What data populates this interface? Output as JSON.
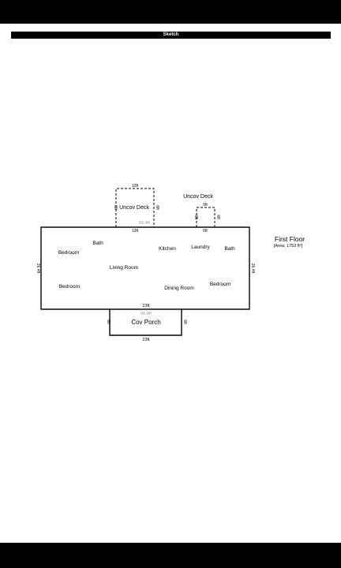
{
  "header": {
    "title": "Sketch"
  },
  "sketch": {
    "floor_name": "First Floor",
    "floor_area": "[Area: 1753 ft²]",
    "rooms": {
      "uncov_deck_left": "Uncov Deck",
      "uncov_deck_right": "Uncov Deck",
      "bedroom_top": "Bedroom",
      "bath_left": "Bath",
      "living_room": "Living Room",
      "kitchen": "Kitchen",
      "laundry": "Laundry",
      "bath_right": "Bath",
      "bedroom_bottom_left": "Bedroom",
      "dining_room": "Dining Room",
      "bedroom_right": "Bedroom",
      "cov_porch": "Cov Porch"
    },
    "dimensions": {
      "deck_left_top": "12ft",
      "deck_left_bottom": "12ft",
      "deck_left_side_l": "6ft",
      "deck_left_side_r": "6ft",
      "deck_left_area": "66.4ft",
      "deck_right_top": "6ft",
      "deck_right_bottom": "6ft",
      "deck_right_side_l": "6ft",
      "deck_right_side_r": "6ft",
      "main_left": "26.4ft",
      "main_right": "26.4ft",
      "main_bottom": "23ft",
      "porch_area": "66.4ft",
      "porch_left": "6ft",
      "porch_right": "6ft",
      "porch_bottom": "23ft"
    }
  }
}
